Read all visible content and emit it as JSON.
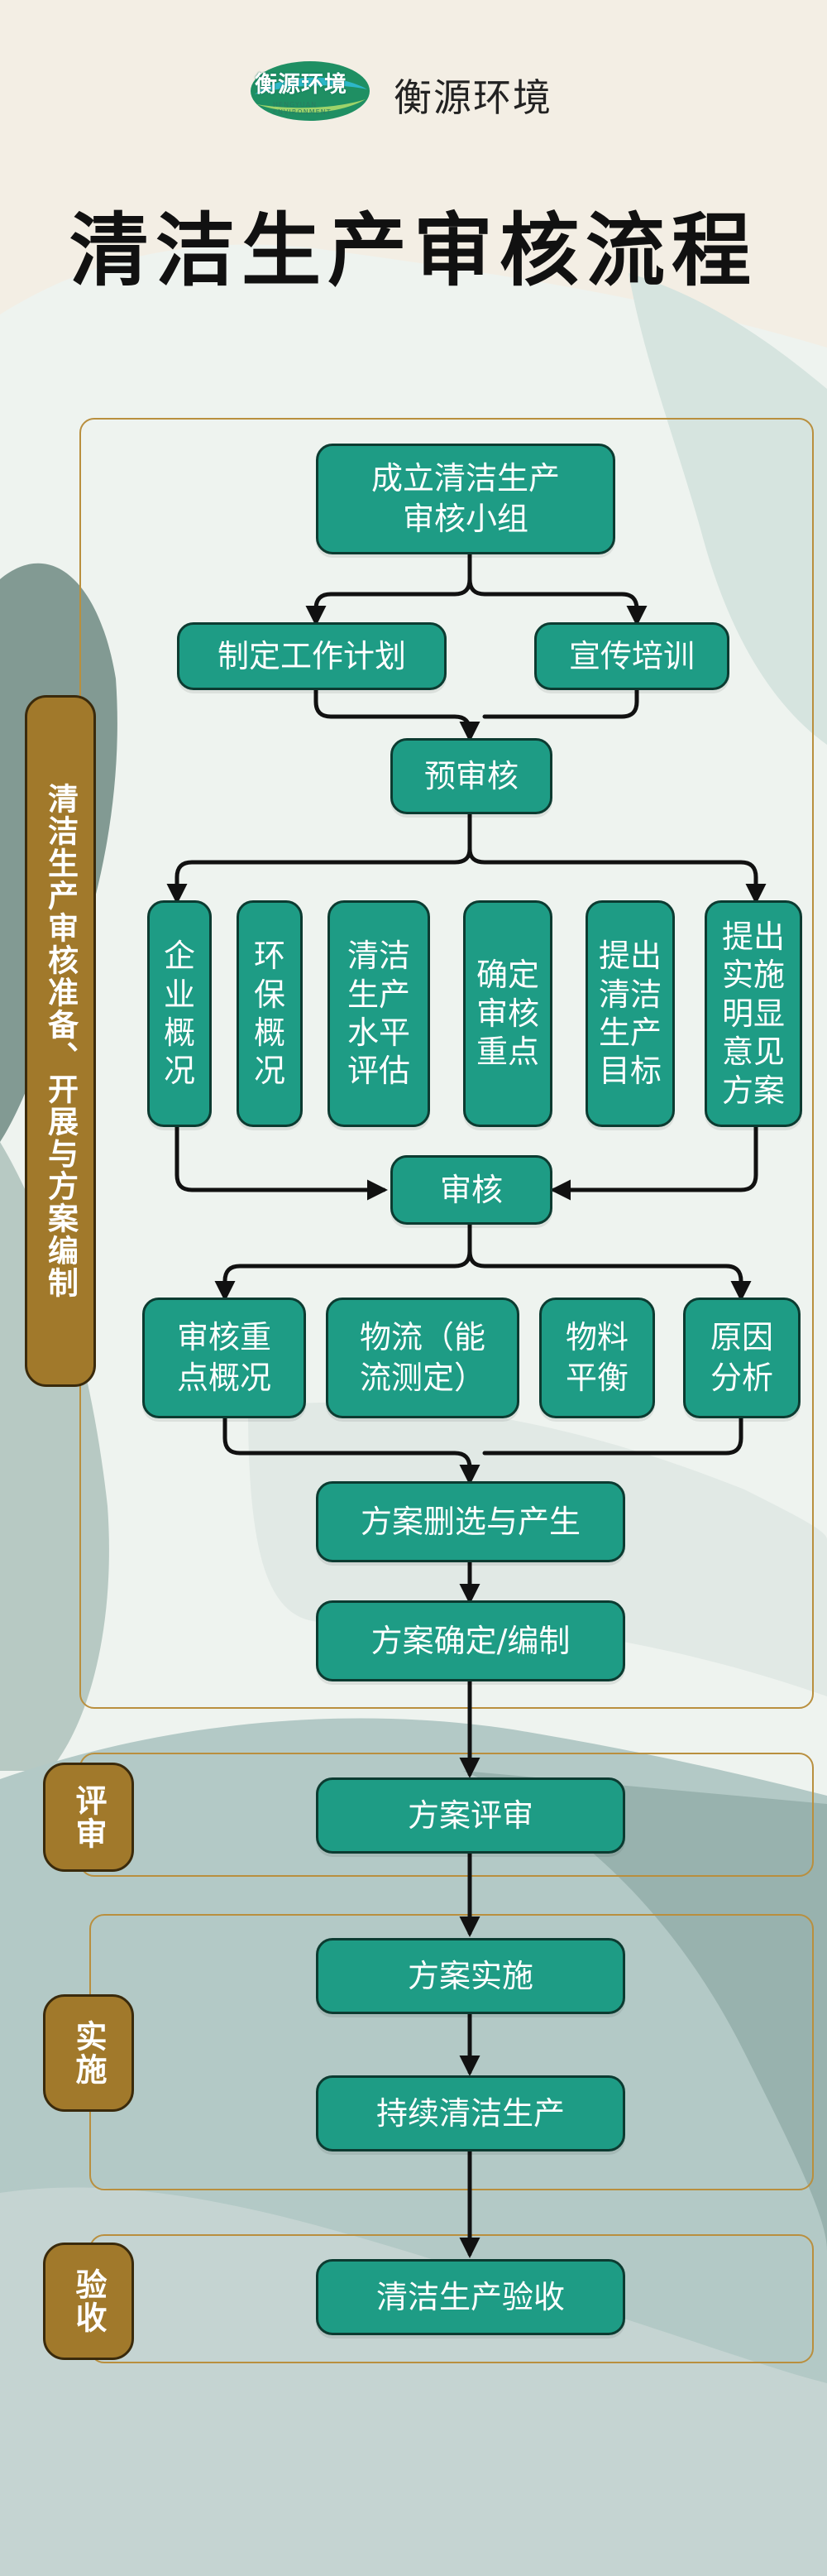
{
  "brand": {
    "logo_text": "衡源环境",
    "logo_subtext": "HENGYUAN ENVIRONMENT",
    "name": "衡源环境"
  },
  "title": "清洁生产审核流程",
  "colors": {
    "node_fill": "#1e9c85",
    "node_border": "#0c3b31",
    "phase_fill": "#a1792b",
    "frame_border": "#b98f3e",
    "arrow": "#111111"
  },
  "phases": {
    "prep": "清洁生产审核准备、开展与方案编制",
    "review": "评审",
    "implement": "实施",
    "accept": "验收"
  },
  "nodes": {
    "team": "成立清洁生产\n审核小组",
    "plan": "制定工作计划",
    "train": "宣传培训",
    "pre_audit": "预审核",
    "company": "企业\n概况",
    "env": "环保\n概况",
    "level": "清洁\n生产\n水平\n评估",
    "focus": "确定\n审核\n重点",
    "goal": "提出\n清洁\n生产\n目标",
    "opinion": "提出\n实施\n明显\n意见\n方案",
    "audit": "审核",
    "focus_overview": "审核重\n点概况",
    "logistics": "物流（能\n流测定）",
    "material": "物料\n平衡",
    "cause": "原因\n分析",
    "screen": "方案删选与产生",
    "confirm": "方案确定/编制",
    "evaluate": "方案评审",
    "execute": "方案实施",
    "continue": "持续清洁生产",
    "accept": "清洁生产验收"
  }
}
